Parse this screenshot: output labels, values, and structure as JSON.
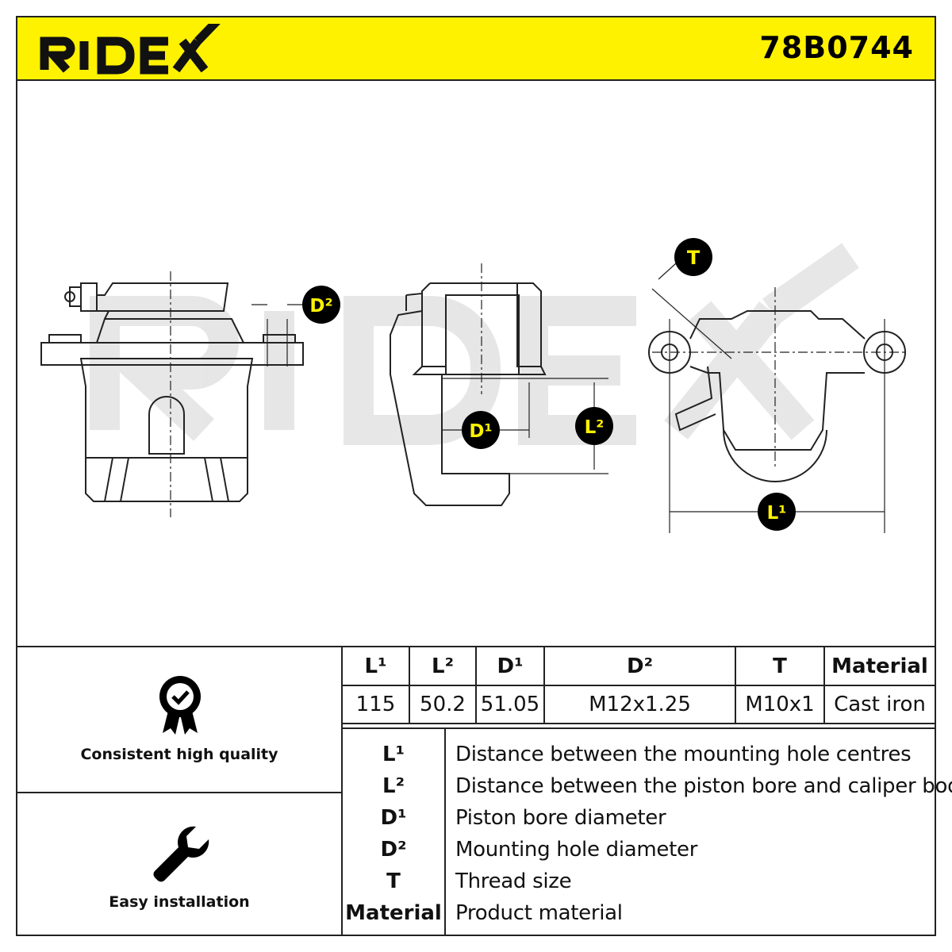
{
  "header": {
    "brand": "RIDEX",
    "part_number": "78B0744",
    "bg_color": "#fff200"
  },
  "drawing": {
    "watermark": "RIDEX",
    "callouts": {
      "t": "T",
      "d1": "D¹",
      "d2": "D²",
      "l1": "L¹",
      "l2": "L²"
    }
  },
  "features": [
    {
      "icon": "quality-badge-icon",
      "label": "Consistent high quality"
    },
    {
      "icon": "wrench-icon",
      "label": "Easy installation"
    }
  ],
  "spec_table": {
    "headers": [
      "L¹",
      "L²",
      "D¹",
      "D²",
      "T",
      "Material"
    ],
    "values": [
      "115",
      "50.2",
      "51.05",
      "M12x1.25",
      "M10x1",
      "Cast iron"
    ]
  },
  "legend": [
    {
      "symbol": "L¹",
      "description": "Distance between the mounting hole centres"
    },
    {
      "symbol": "L²",
      "description": "Distance between the piston bore and caliper body"
    },
    {
      "symbol": "D¹",
      "description": "Piston bore diameter"
    },
    {
      "symbol": "D²",
      "description": "Mounting hole diameter"
    },
    {
      "symbol": "T",
      "description": "Thread size"
    },
    {
      "symbol": "Material",
      "description": "Product material"
    }
  ]
}
